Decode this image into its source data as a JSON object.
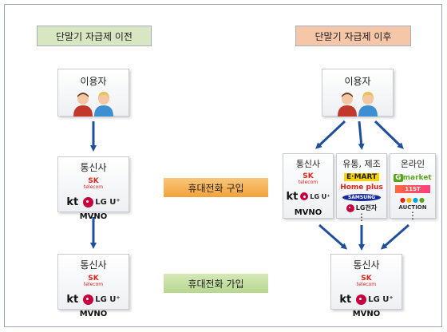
{
  "headers": {
    "before": "단말기 자급제 이전",
    "after": "단말기 자급제 이후"
  },
  "actions": {
    "buy": "휴대전화 구입",
    "join": "휴대전화 가입"
  },
  "nodes": {
    "user": "이용자",
    "carrier": "통신사",
    "distribution": "유통, 제조",
    "online": "온라인"
  },
  "carrier_logos": {
    "sk": "SK",
    "sk_sub": "telecom",
    "kt": "kt",
    "lg": "LG U⁺",
    "mvno": "MVNO"
  },
  "retail_logos": {
    "emart": "E·MART",
    "homeplus": "Home plus",
    "samsung": "SAMSUNG",
    "lg_electronics": "LG전자",
    "more": "⋮"
  },
  "online_logos": {
    "gmarket_g": "G",
    "gmarket": "market",
    "st11": "11ST",
    "auction": "AUCTION"
  },
  "colors": {
    "arrow": "#1f4e9c",
    "header_before_bg": "#d8e7c2",
    "header_after_bg": "#f6c6a8",
    "buy_bg": "#f2a23a",
    "join_bg": "#b7d78f"
  }
}
